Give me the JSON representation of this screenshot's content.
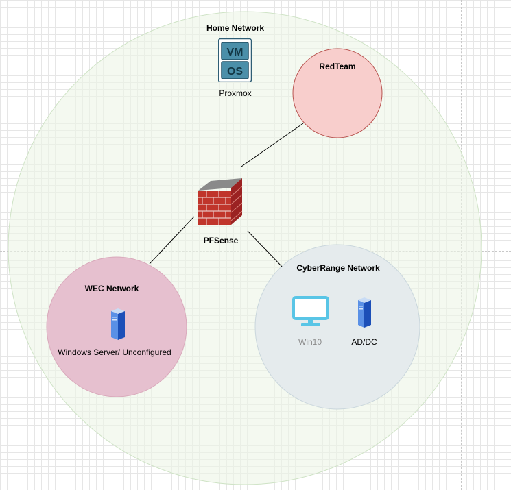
{
  "diagram": {
    "home_network": {
      "label": "Home Network",
      "fill": "#edf5e6",
      "stroke": "#c9dfc0"
    },
    "proxmox": {
      "label": "Proxmox",
      "icon": "vm-os-icon",
      "icon_text_top": "VM",
      "icon_text_bottom": "OS"
    },
    "redteam": {
      "label": "RedTeam",
      "fill": "#f8cecc",
      "stroke": "#b85450"
    },
    "pfsense": {
      "label": "PFSense",
      "icon": "firewall-brick-wall-icon"
    },
    "wec_network": {
      "label": "WEC Network",
      "fill": "#e6c0cf",
      "stroke": "#d9a9bb",
      "server_label": "Windows Server/ Unconfigured",
      "icon": "server-tower-icon"
    },
    "cyberrange_network": {
      "label": "CyberRange Network",
      "fill": "#e5ebed",
      "stroke": "#c9d6dc",
      "win10_label": "Win10",
      "addc_label": "AD/DC",
      "monitor_icon": "monitor-icon",
      "server_icon": "server-tower-icon"
    },
    "connections": [
      {
        "from": "pfsense",
        "to": "redteam"
      },
      {
        "from": "pfsense",
        "to": "wec_network"
      },
      {
        "from": "pfsense",
        "to": "cyberrange_network"
      }
    ]
  }
}
